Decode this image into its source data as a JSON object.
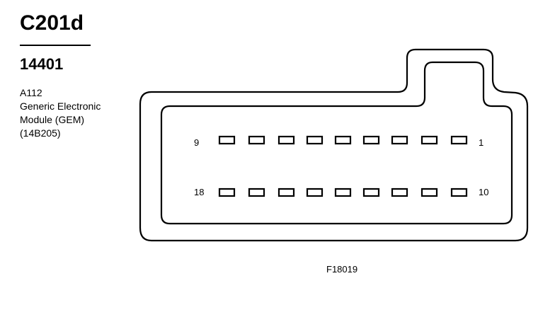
{
  "connector": {
    "id": "C201d",
    "part_number": "14401"
  },
  "component": {
    "lines": [
      "A112",
      "Generic Electronic",
      "Module (GEM)",
      "(14B205)"
    ]
  },
  "pins": {
    "top_left_label": "9",
    "top_right_label": "1",
    "bottom_left_label": "18",
    "bottom_right_label": "10",
    "top_row_count": 9,
    "bottom_row_count": 9
  },
  "figure": {
    "id": "F18019"
  }
}
